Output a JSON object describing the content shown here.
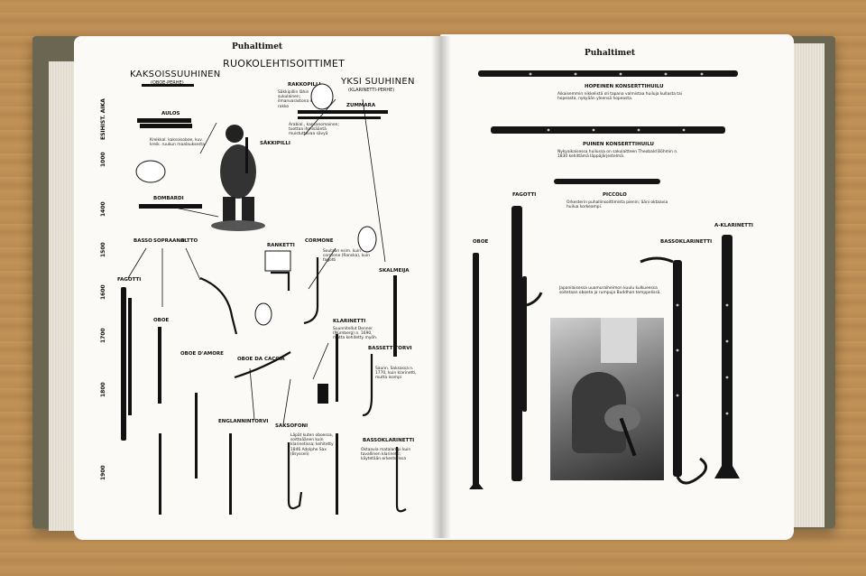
{
  "left_page": {
    "running_head": "Puhaltimet",
    "title": "RUOKOLEHTISOITTIMET",
    "group_double": {
      "title": "KAKSOISSUUHINEN",
      "sub": "(OBOE-PERHE)"
    },
    "group_single": {
      "title": "YKSI SUUHINEN",
      "sub": "(KLARINETTI-PERHE)"
    },
    "era_label": "ESIHIST. AIKA",
    "years": [
      "1000",
      "1400",
      "1500",
      "1600",
      "1700",
      "1800",
      "1900"
    ],
    "labels": [
      "AULOS",
      "RAKKOPILLI",
      "ZUMMARA",
      "SÄKKIPILLI",
      "BOMBARDI",
      "BASSO",
      "SOPRAANO",
      "ALTTO",
      "RANKETTI",
      "CORMONE",
      "SKALMEIJA",
      "FAGOTTI",
      "OBOE",
      "OBOE D'AMORE",
      "OBOE DA CACCIA",
      "KLARINETTI",
      "BASSETTITORVI",
      "ENGLANNINTORVI",
      "SAKSOFONI",
      "BASSOKLARINETTI"
    ],
    "captions": {
      "aulos": "Kreikkal. kaksoisoboe, kuv. kreik. ruukun maalauksesta",
      "rakkopilli": "Säkkipillin lähin sukulainen; ilmanvarastona eläimen rakko",
      "sakkipilli": "Arabial., kansanomainen; tuottaa ihmisääntä muistuttavaa sävyä",
      "cormone": "Soutaan esim. kuin cormone (Ranska), kuin fagotti",
      "klarinetti": "Suunnitellut Denner (Nürnberg) n. 1690, mutta kehitetty myöh.",
      "bassettitorvi": "Saunn. Saksassa n. 1770, kuin klarinetti, mutta isompi",
      "saksofoni": "Läpät kuten oboessa, soittoäänen kuin klarinetissa; kehitetty 1846 Adolphe Sax (Brysseli)",
      "bassoklarinetti": "Oktaavia matalampi kuin tavallinen klarinetti; käytetään orkesterissa"
    }
  },
  "right_page": {
    "running_head": "Puhaltimet",
    "instruments": [
      {
        "name": "HOPEINEN KONSERTTIHUILU",
        "caption": "Aikaisemmin nikkelistä oli tapana valmistaa huiluja kullasta tai hopeasta, nykyään yleensä hopeasta."
      },
      {
        "name": "PUINEN KONSERTTIHUILU",
        "caption": "Nykyaikaisessa huilussa on sakulaitteen Theobald Böhmin n. 1830 kehittämä läppäjärjestelmä."
      },
      {
        "name": "PICCOLO",
        "caption": "Orkesterin puhallinsoittimista pienin; ääni oktaavia huilua korkeampi."
      }
    ],
    "labels": [
      "FAGOTTI",
      "OBOE",
      "BASSOKLARINETTI",
      "A-KLARINETTI"
    ],
    "photo_caption": "Japanilaisessa uuamuraiheimon kuulu kulkueessa soitetaan oboeta ja rumpuja Buddhan temppelissä."
  }
}
